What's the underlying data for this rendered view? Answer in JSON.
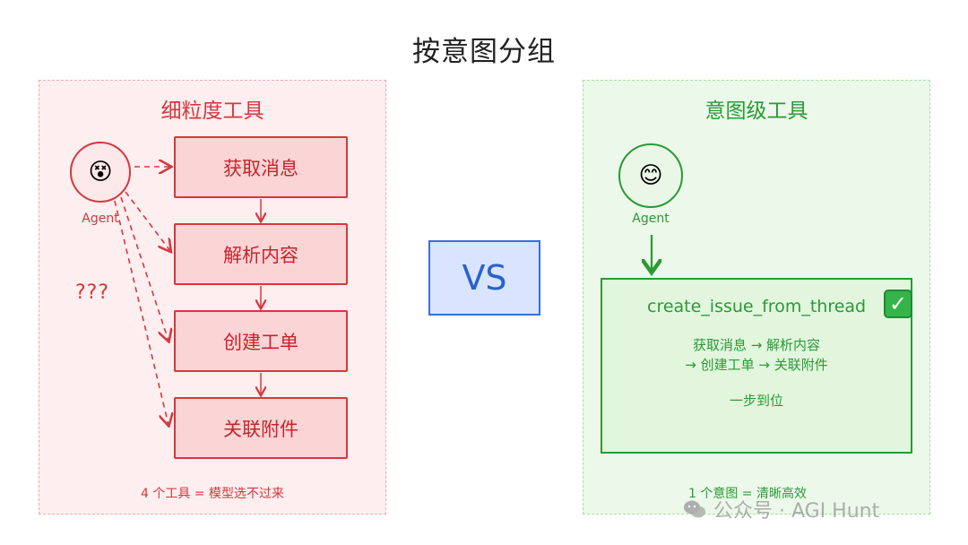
{
  "title": "按意图分组",
  "left": {
    "title": "细粒度工具",
    "agent_label": "Agent",
    "agent_face": "😵",
    "steps": [
      "获取消息",
      "解析内容",
      "创建工单",
      "关联附件"
    ],
    "question": "???",
    "footer": "4 个工具 = 模型选不过来"
  },
  "vs": "VS",
  "right": {
    "title": "意图级工具",
    "agent_label": "Agent",
    "agent_face": "😊",
    "tool_name": "create_issue_from_thread",
    "check": "✓",
    "line1": "获取消息 → 解析内容",
    "line2": "→ 创建工单 → 关联附件",
    "line3": "一步到位",
    "footer": "1 个意图 = 清晰高效"
  },
  "watermark": "公众号 · AGI Hunt",
  "colors": {
    "red": "#d9363e",
    "green": "#2a9a35",
    "blue": "#3a6fd6"
  }
}
